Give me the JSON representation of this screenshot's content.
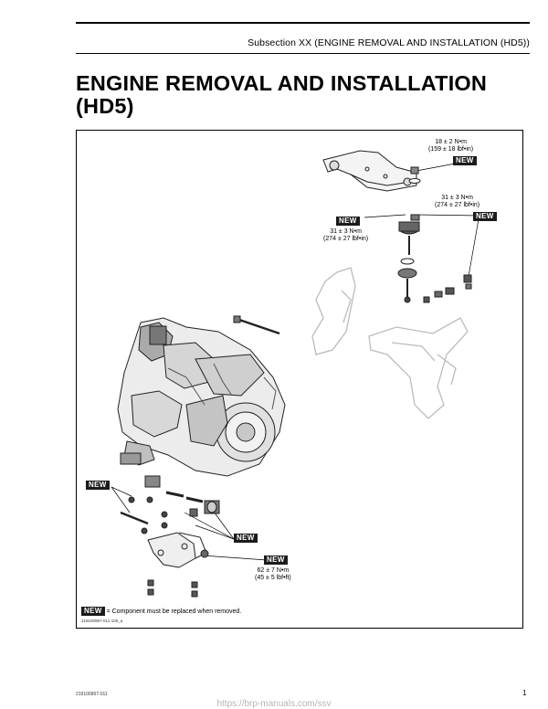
{
  "header": {
    "subsection": "Subsection XX (ENGINE REMOVAL AND INSTALLATION (HD5))"
  },
  "page_title": "ENGINE REMOVAL AND INSTALLATION (HD5)",
  "figure": {
    "badge_text": "NEW",
    "torques": {
      "top": [
        "18 ± 2 N•m",
        "(159 ± 18 lbf•in)"
      ],
      "middle_left": [
        "31 ± 3 N•m",
        "(274 ± 27 lbf•in)"
      ],
      "middle_right": [
        "31 ± 3 N•m",
        "(274 ± 27 lbf•in)"
      ],
      "bottom": [
        "62 ± 7 N•m",
        "(45 ± 5 lbf•ft)"
      ]
    },
    "legend_text": "= Component must be replaced when removed.",
    "figure_code": "219100967-011-100_a"
  },
  "footer": {
    "doc_code": "219100967-011",
    "page_number": "1",
    "watermark": "https://brp-manuals.com/ssv"
  }
}
